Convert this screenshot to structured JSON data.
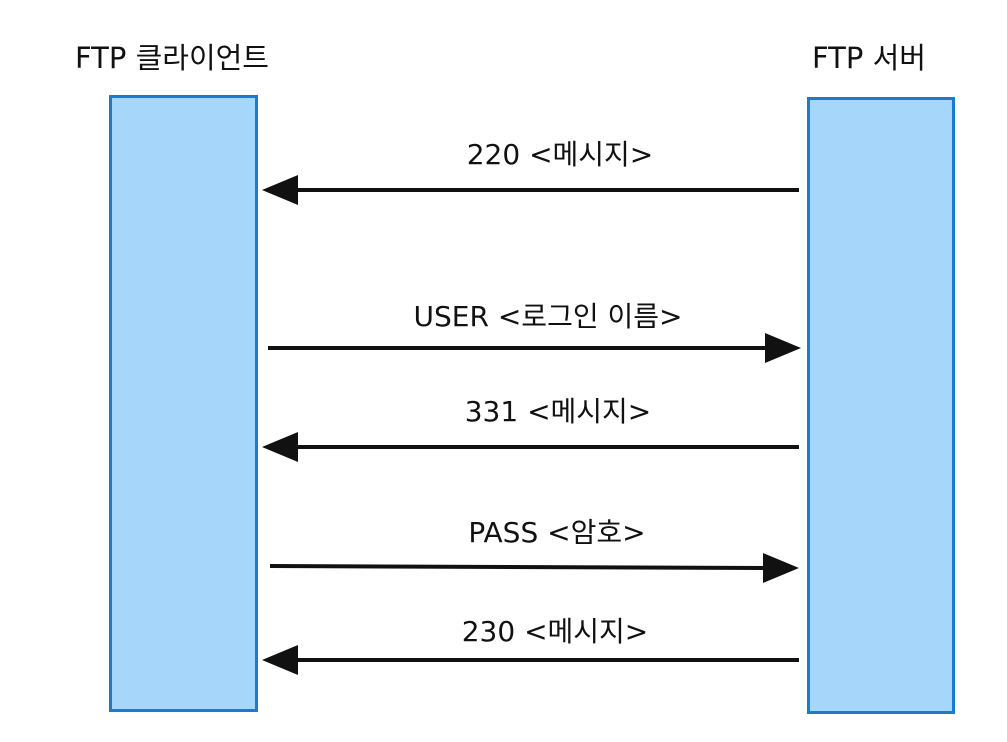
{
  "colors": {
    "lifeline_fill": "#a6d7fa",
    "lifeline_border": "#1f7ac9",
    "arrow": "#111111",
    "text": "#111111"
  },
  "actors": {
    "client": "FTP 클라이언트",
    "server": "FTP 서버"
  },
  "messages": [
    {
      "label": "220 <메시지>",
      "direction": "server-to-client"
    },
    {
      "label": "USER <로그인 이름>",
      "direction": "client-to-server"
    },
    {
      "label": "331 <메시지>",
      "direction": "server-to-client"
    },
    {
      "label": "PASS <암호>",
      "direction": "client-to-server"
    },
    {
      "label": "230 <메시지>",
      "direction": "server-to-client"
    }
  ]
}
